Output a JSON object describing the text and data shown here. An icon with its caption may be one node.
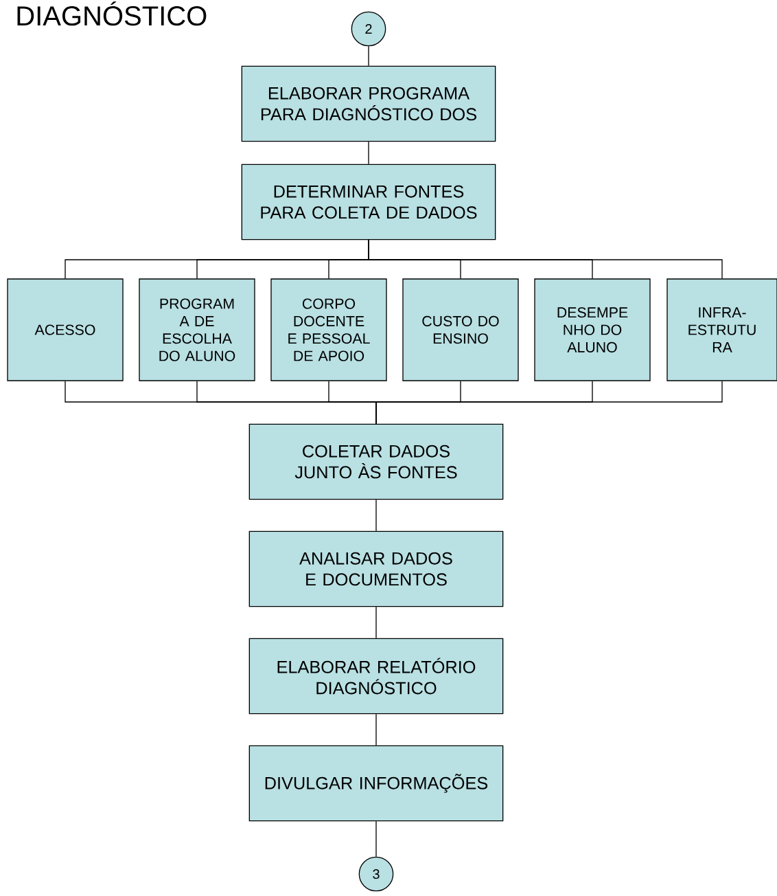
{
  "diagram": {
    "title": "DIAGNÓSTICO",
    "nodes": [
      {
        "text": [
          "2"
        ]
      },
      {
        "text": [
          "ELABORAR PROGRAMA PARA DIAGNÓSTICO DOS"
        ]
      },
      {
        "text": [
          "DETERMINAR FONTES PARA COLETA DE DADOS"
        ]
      },
      {
        "text": [
          "ACESSO"
        ]
      },
      {
        "text": [
          "PROGRAM A DE ESCOLHA DO ALUNO"
        ]
      },
      {
        "text": [
          "CORPO DOCENTE E PESSOAL DE APOIO"
        ]
      },
      {
        "text": [
          "CUSTO DO ENSINO"
        ]
      },
      {
        "text": [
          "DESEMPE NHO DO ALUNO"
        ]
      },
      {
        "text": [
          "INFRA- ESTRUTU RA"
        ]
      },
      {
        "text": [
          "COLETAR DADOS JUNTO ÀS FONTES"
        ]
      },
      {
        "text": [
          "ANALISAR DADOS E DOCUMENTOS"
        ]
      },
      {
        "text": [
          "ELABORAR RELATÓRIO DIAGNÓSTICO"
        ]
      },
      {
        "text": [
          "DIVULGAR INFORMAÇÕES"
        ]
      },
      {
        "text": [
          "3"
        ]
      }
    ],
    "edges": [
      {
        "from": 0,
        "to": 1,
        "arrow": "none"
      },
      {
        "from": 1,
        "to": 2,
        "arrow": "none"
      },
      {
        "from": 2,
        "to": 3,
        "arrow": "none"
      },
      {
        "from": 2,
        "to": 4,
        "arrow": "none"
      },
      {
        "from": 2,
        "to": 5,
        "arrow": "none"
      },
      {
        "from": 2,
        "to": 6,
        "arrow": "none"
      },
      {
        "from": 2,
        "to": 7,
        "arrow": "none"
      },
      {
        "from": 2,
        "to": 8,
        "arrow": "none"
      },
      {
        "from": 3,
        "to": 9,
        "arrow": "none"
      },
      {
        "from": 4,
        "to": 9,
        "arrow": "none"
      },
      {
        "from": 5,
        "to": 9,
        "arrow": "none"
      },
      {
        "from": 6,
        "to": 9,
        "arrow": "none"
      },
      {
        "from": 7,
        "to": 9,
        "arrow": "none"
      },
      {
        "from": 8,
        "to": 9,
        "arrow": "none"
      },
      {
        "from": 9,
        "to": 10,
        "arrow": "none"
      },
      {
        "from": 10,
        "to": 11,
        "arrow": "none"
      },
      {
        "from": 11,
        "to": 12,
        "arrow": "none"
      },
      {
        "from": 12,
        "to": 13,
        "arrow": "none"
      }
    ]
  }
}
